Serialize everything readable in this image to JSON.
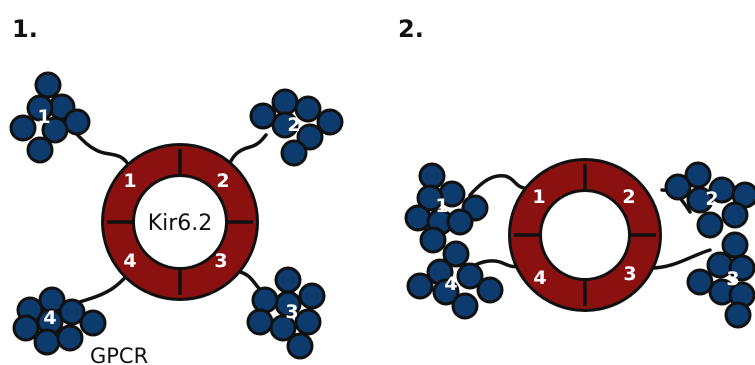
{
  "colors": {
    "ring": "#8b1010",
    "ball": "#0d3b6e",
    "outline": "#111111",
    "label": "#ffffff"
  },
  "panels": [
    {
      "number": "1.",
      "channel_label": "Kir6.2",
      "receptor_label": "GPCR",
      "subunit_labels": [
        "1",
        "2",
        "3",
        "4"
      ],
      "cluster_labels": [
        "1",
        "2",
        "3",
        "4"
      ]
    },
    {
      "number": "2.",
      "subunit_labels": [
        "1",
        "2",
        "3",
        "4"
      ],
      "cluster_labels": [
        "1",
        "2",
        "3",
        "4"
      ]
    }
  ]
}
